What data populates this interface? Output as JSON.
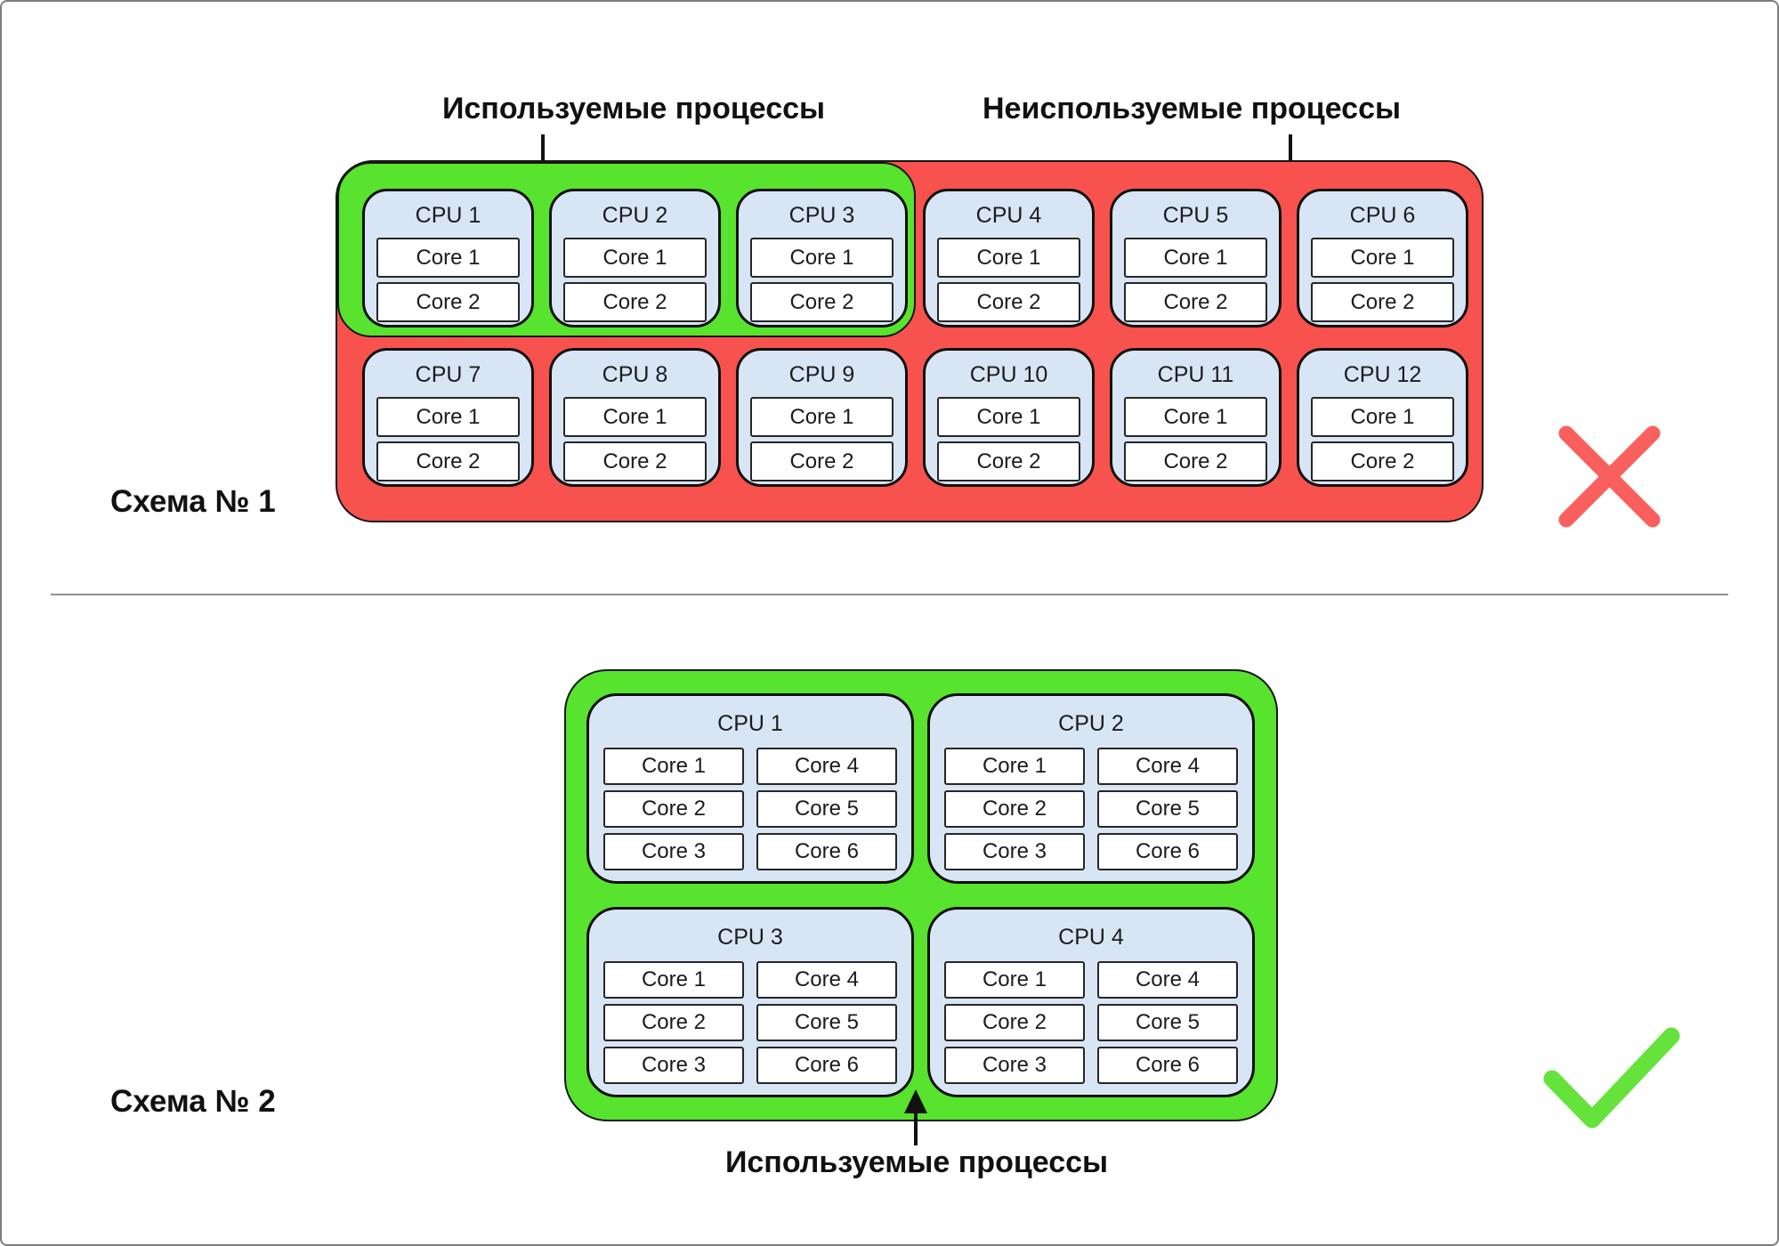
{
  "colors": {
    "green": "#57E32E",
    "red": "#F8524E",
    "cpu-fill": "#D8E5F4",
    "cross": "#F9605D",
    "check": "#65E23C"
  },
  "scheme1": {
    "label": "Схема № 1",
    "used_label": "Используемые процессы",
    "unused_label": "Неиспользуемые процессы",
    "status_icon": "cross-icon",
    "cpus": [
      {
        "name": "CPU 1",
        "cores": [
          "Core 1",
          "Core 2"
        ]
      },
      {
        "name": "CPU 2",
        "cores": [
          "Core 1",
          "Core 2"
        ]
      },
      {
        "name": "CPU 3",
        "cores": [
          "Core 1",
          "Core 2"
        ]
      },
      {
        "name": "CPU 4",
        "cores": [
          "Core 1",
          "Core 2"
        ]
      },
      {
        "name": "CPU 5",
        "cores": [
          "Core 1",
          "Core 2"
        ]
      },
      {
        "name": "CPU 6",
        "cores": [
          "Core 1",
          "Core 2"
        ]
      },
      {
        "name": "CPU 7",
        "cores": [
          "Core 1",
          "Core 2"
        ]
      },
      {
        "name": "CPU 8",
        "cores": [
          "Core 1",
          "Core 2"
        ]
      },
      {
        "name": "CPU 9",
        "cores": [
          "Core 1",
          "Core 2"
        ]
      },
      {
        "name": "CPU 10",
        "cores": [
          "Core 1",
          "Core 2"
        ]
      },
      {
        "name": "CPU 11",
        "cores": [
          "Core 1",
          "Core 2"
        ]
      },
      {
        "name": "CPU 12",
        "cores": [
          "Core 1",
          "Core 2"
        ]
      }
    ]
  },
  "scheme2": {
    "label": "Схема № 2",
    "used_label": "Используемые процессы",
    "status_icon": "check-icon",
    "cpus": [
      {
        "name": "CPU 1",
        "cores": [
          "Core 1",
          "Core 2",
          "Core 3",
          "Core 4",
          "Core 5",
          "Core 6"
        ]
      },
      {
        "name": "CPU 2",
        "cores": [
          "Core 1",
          "Core 2",
          "Core 3",
          "Core 4",
          "Core 5",
          "Core 6"
        ]
      },
      {
        "name": "CPU 3",
        "cores": [
          "Core 1",
          "Core 2",
          "Core 3",
          "Core 4",
          "Core 5",
          "Core 6"
        ]
      },
      {
        "name": "CPU 4",
        "cores": [
          "Core 1",
          "Core 2",
          "Core 3",
          "Core 4",
          "Core 5",
          "Core 6"
        ]
      }
    ]
  }
}
